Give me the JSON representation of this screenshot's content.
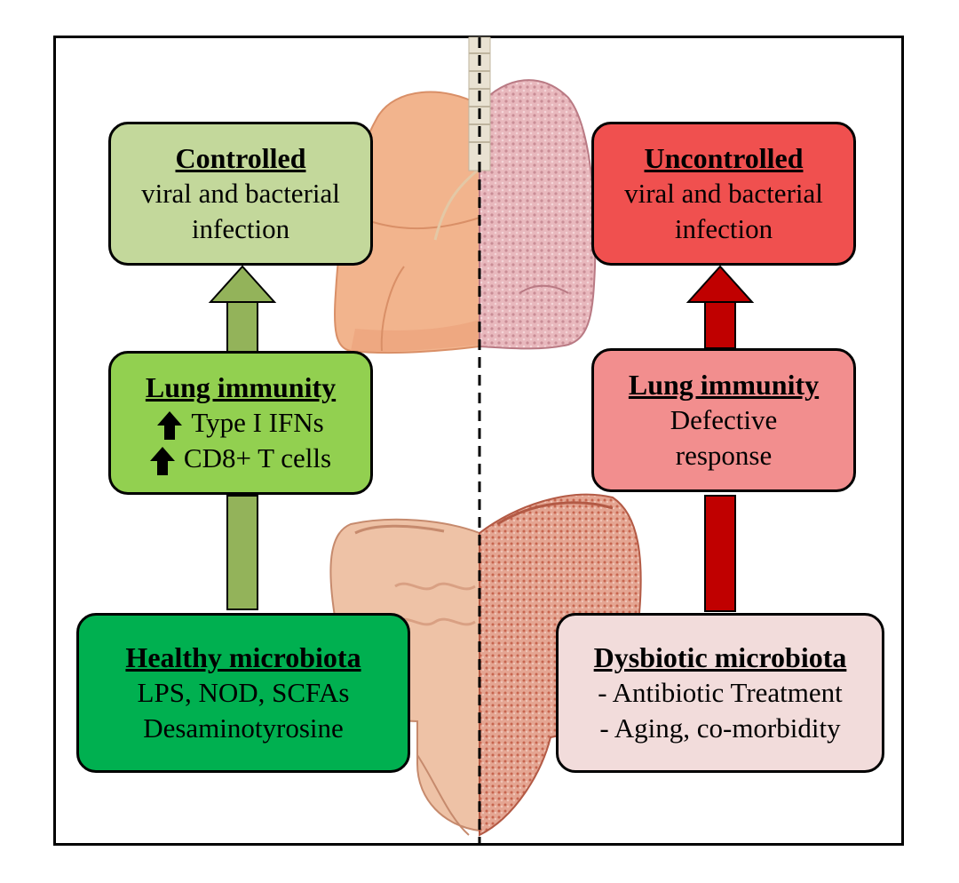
{
  "left": {
    "top_box": {
      "heading": "Controlled",
      "lines": [
        "viral and bacterial",
        "infection"
      ],
      "fill": "#c3d89b"
    },
    "mid_box": {
      "heading": "Lung immunity",
      "lines": [
        "Type I IFNs",
        "CD8+ T cells"
      ],
      "fill": "#92d050"
    },
    "bottom_box": {
      "heading": "Healthy microbiota",
      "lines": [
        "LPS, NOD, SCFAs",
        "Desaminotyrosine"
      ],
      "fill": "#00b050"
    },
    "arrow_color": "#93b35a"
  },
  "right": {
    "top_box": {
      "heading": "Uncontrolled",
      "lines": [
        "viral and bacterial",
        "infection"
      ],
      "fill": "#f0504f"
    },
    "mid_box": {
      "heading": "Lung immunity",
      "lines": [
        "Defective",
        "response"
      ],
      "fill": "#f28e8e"
    },
    "bottom_box": {
      "heading": "Dysbiotic microbiota",
      "lines": [
        "- Antibiotic Treatment",
        "- Aging, co-morbidity"
      ],
      "fill": "#f2dcdb"
    },
    "arrow_color": "#c00000"
  },
  "icons": {
    "increase": "up-arrow-icon"
  }
}
